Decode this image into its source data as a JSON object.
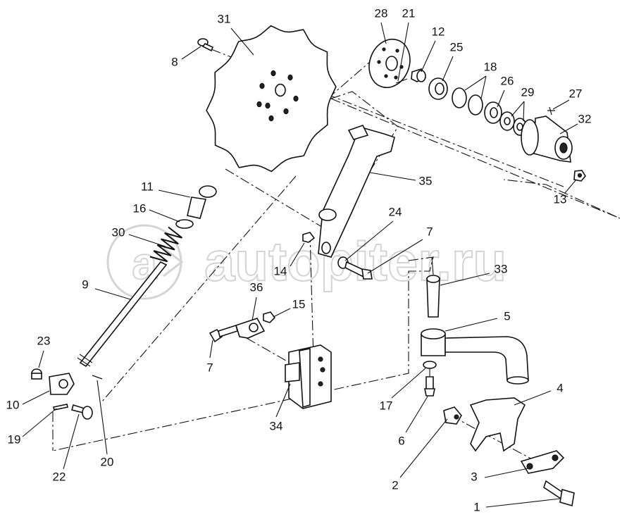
{
  "diagram": {
    "watermark": "autopiter.ru",
    "labels": [
      "31",
      "8",
      "28",
      "21",
      "12",
      "25",
      "18",
      "26",
      "29",
      "27",
      "32",
      "13",
      "35",
      "11",
      "16",
      "30",
      "24",
      "7",
      "14",
      "33",
      "9",
      "36",
      "15",
      "5",
      "7",
      "23",
      "4",
      "17",
      "34",
      "10",
      "19",
      "20",
      "6",
      "22",
      "2",
      "3",
      "1"
    ]
  },
  "colors": {
    "ink": "#111111",
    "watermark": "#d4d4d4"
  }
}
